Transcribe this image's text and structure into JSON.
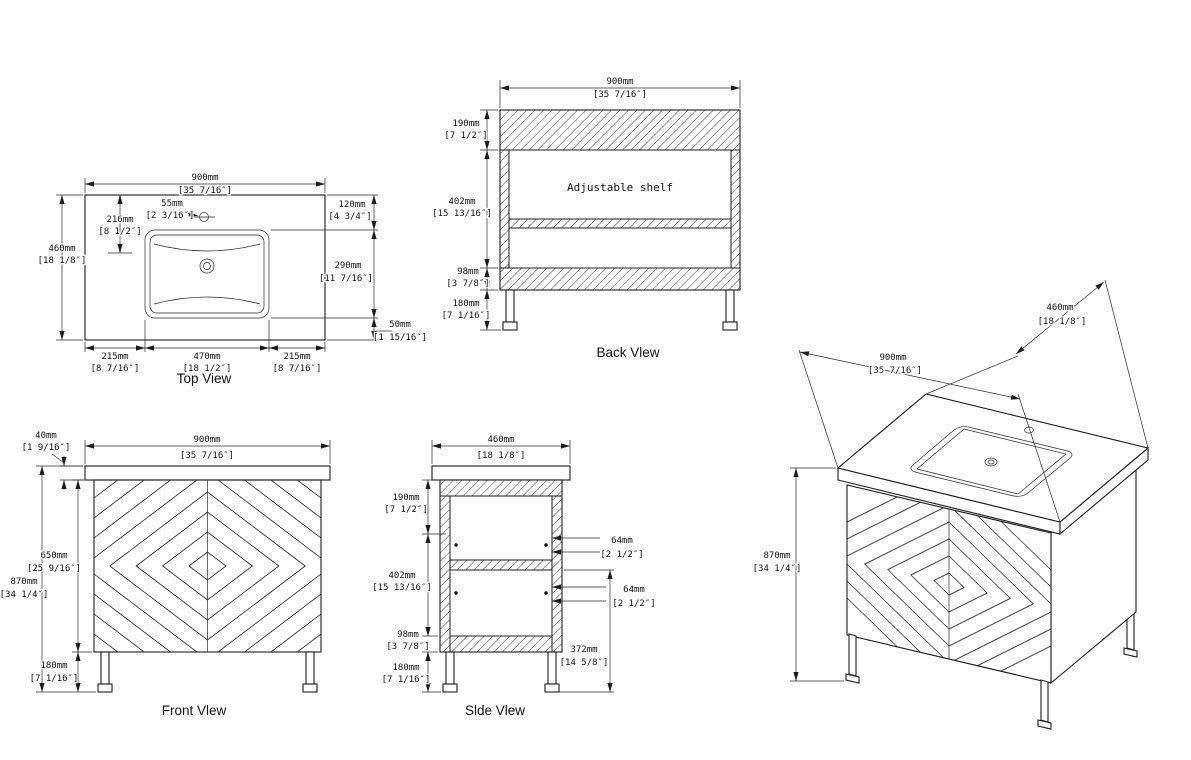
{
  "page": {
    "background": "#ffffff",
    "ink": "#1c1c1c"
  },
  "views": {
    "top": {
      "label": "Top View",
      "width": {
        "mm": "900mm",
        "in": "[35 7/16″]"
      },
      "depth": {
        "mm": "460mm",
        "in": "[18 1/8″]"
      },
      "faucet": {
        "mm": "55mm",
        "in": "[2 3/16″]"
      },
      "basin_back": {
        "mm": "216mm",
        "in": "[8 1/2″]"
      },
      "faucet_offset": {
        "mm": "120mm",
        "in": "[4 3/4″]"
      },
      "basin_len": {
        "mm": "290mm",
        "in": "[11 7/16″]"
      },
      "basin_front": {
        "mm": "50mm",
        "in": "[1 15/16″]"
      },
      "side_l": {
        "mm": "215mm",
        "in": "[8 7/16″]"
      },
      "center": {
        "mm": "470mm",
        "in": "[18 1/2″]"
      },
      "side_r": {
        "mm": "215mm",
        "in": "[8 7/16″]"
      }
    },
    "back": {
      "label": "Back Vlew",
      "shelf_note": "Adjustable shelf",
      "width": {
        "mm": "900mm",
        "in": "[35 7/16″]"
      },
      "top_sec": {
        "mm": "190mm",
        "in": "[7 1/2″]"
      },
      "mid_sec": {
        "mm": "402mm",
        "in": "[15 13/16″]"
      },
      "bot_sec": {
        "mm": "98mm",
        "in": "[3 7/8″]"
      },
      "legs": {
        "mm": "180mm",
        "in": "[7 1/16″]"
      }
    },
    "front": {
      "label": "Front Vlew",
      "counter_th": {
        "mm": "40mm",
        "in": "[1 9/16″]"
      },
      "width": {
        "mm": "900mm",
        "in": "[35 7/16″]"
      },
      "cab_h": {
        "mm": "650mm",
        "in": "[25 9/16″]"
      },
      "total_h": {
        "mm": "870mm",
        "in": "[34 1/4″]"
      },
      "legs": {
        "mm": "180mm",
        "in": "[7 1/16″]"
      }
    },
    "side": {
      "label": "Slde Vlew",
      "depth": {
        "mm": "460mm",
        "in": "[18 1/8″]"
      },
      "top_sec": {
        "mm": "190mm",
        "in": "[7 1/2″]"
      },
      "mid_sec": {
        "mm": "402mm",
        "in": "[15 13/16″]"
      },
      "bot_sec": {
        "mm": "98mm",
        "in": "[3 7/8″]"
      },
      "legs": {
        "mm": "180mm",
        "in": "[7 1/16″]"
      },
      "pin_gap1": {
        "mm": "64mm",
        "in": "[2 1/2″]"
      },
      "pin_gap2": {
        "mm": "64mm",
        "in": "[2 1/2″]"
      },
      "shelf_h": {
        "mm": "372mm",
        "in": "[14 5/8″]"
      }
    },
    "iso": {
      "width": {
        "mm": "900mm",
        "in": "[35 7/16″]"
      },
      "depth": {
        "mm": "460mm",
        "in": "[18 1/8″]"
      },
      "total_h": {
        "mm": "870mm",
        "in": "[34 1/4″]"
      }
    }
  }
}
